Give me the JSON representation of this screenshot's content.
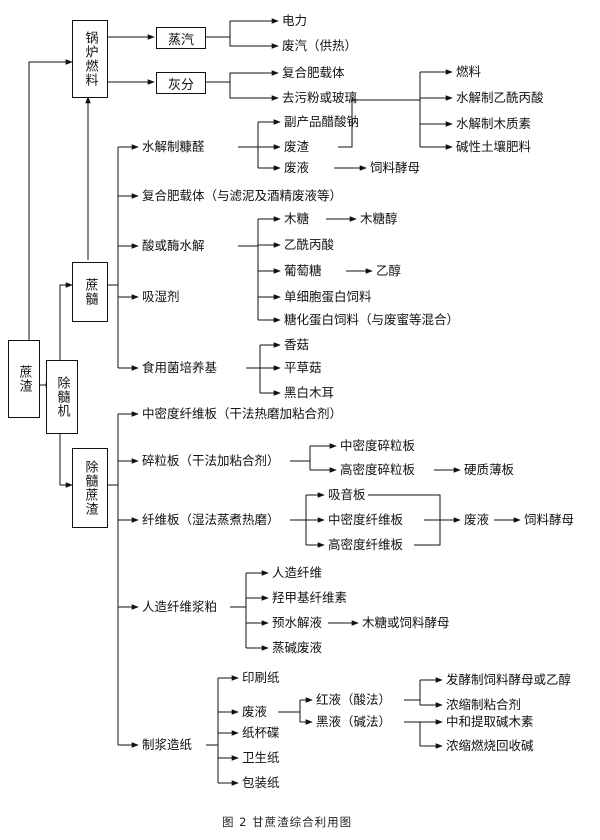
{
  "roots": {
    "bagasse": "蔗渣",
    "depither": "除髓机",
    "pith": "蔗髓",
    "depithed": "除髓蔗渣",
    "boiler": "锅炉燃料"
  },
  "boiler_branch": {
    "steam": "蒸汽",
    "electricity": "电力",
    "waste_steam": "废汽（供热）",
    "ash": "灰分",
    "fertilizer_carrier": "复合肥载体",
    "decontam_powder": "去污粉或玻璃"
  },
  "pith_branch": {
    "furfural": "水解制糠醛",
    "byproduct_acetate": "副产品醋酸钠",
    "waste_residue": "废渣",
    "fuel": "燃料",
    "hydro_levulinic": "水解制乙酰丙酸",
    "hydro_wood": "水解制木质素",
    "alkaline_soil": "碱性土壤肥料",
    "waste_liquid": "废液",
    "feed_yeast_1": "饲料酵母",
    "compound_fert": "复合肥载体（与滤泥及酒精废液等）",
    "acid_enzyme": "酸或酶水解",
    "xylose": "木糖",
    "xylitol": "木糖醇",
    "levulinic": "乙酰丙酸",
    "glucose": "葡萄糖",
    "ethanol": "乙醇",
    "scp": "单细胞蛋白饲料",
    "sugar_feed": "糖化蛋白饲料（与废蜜等混合）",
    "absorbent": "吸湿剂",
    "fungus_medium": "食用菌培养基",
    "shiitake": "香菇",
    "oyster": "平草菇",
    "black_fungus": "黑白木耳"
  },
  "depithed_branch": {
    "mdf_dry": "中密度纤维板（干法热磨加粘合剂）",
    "particle_board": "碎粒板（干法加粘合剂）",
    "mdp_board": "中密度碎粒板",
    "hdp_board": "高密度碎粒板",
    "hard_board": "硬质薄板",
    "fiber_board": "纤维板（湿法蒸煮热磨）",
    "sound_board": "吸音板",
    "md_fiber": "中密度纤维板",
    "hd_fiber": "高密度纤维板",
    "waste_liquid_2": "废液",
    "feed_yeast_2": "饲料酵母",
    "rayon_pulp": "人造纤维浆粕",
    "rayon": "人造纤维",
    "cmc": "羟甲基纤维素",
    "prehydro_liquor": "预水解液",
    "xylose_feed_yeast": "木糖或饲料酵母",
    "cook_waste": "蒸碱废液",
    "pulp_paper": "制浆造纸",
    "printing_paper": "印刷纸",
    "waste_liquid_3": "废液",
    "cup_paper": "纸杯碟",
    "toilet_paper": "卫生纸",
    "packing_paper": "包装纸",
    "red_liquor": "红液（酸法）",
    "black_liquor": "黑液（碱法）",
    "ferment": "发酵制饲料酵母或乙醇",
    "concentrate_adhesive": "浓缩制粘合剂",
    "neutralize_lignin": "中和提取碱木素",
    "concentrate_recover": "浓缩燃烧回收碱"
  },
  "caption": "图 2   甘蔗渣综合利用图"
}
